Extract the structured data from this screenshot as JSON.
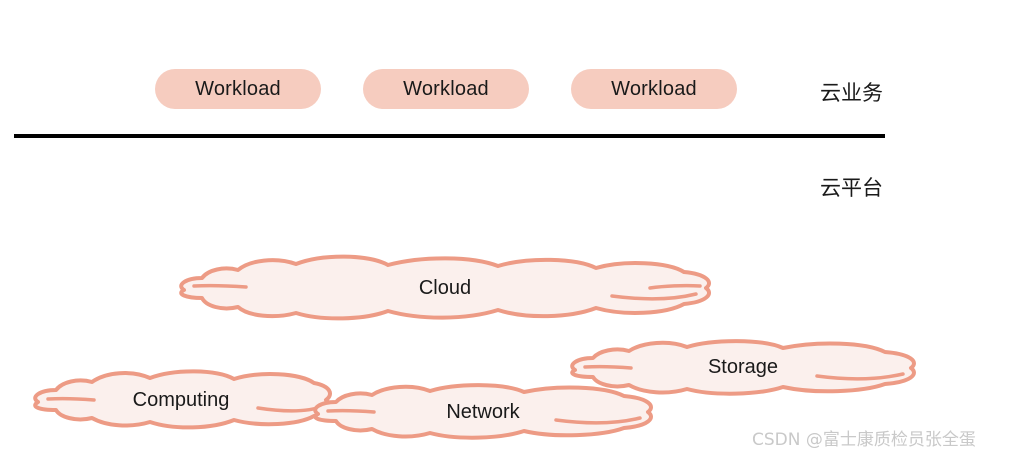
{
  "diagram": {
    "background_color": "#ffffff",
    "tiers": [
      {
        "id": "cloud-business",
        "label": "云业务",
        "workloads": [
          {
            "label": "Workload"
          },
          {
            "label": "Workload"
          },
          {
            "label": "Workload"
          }
        ]
      },
      {
        "id": "cloud-platform",
        "label": "云平台",
        "clouds": [
          {
            "id": "cloud",
            "label": "Cloud"
          },
          {
            "id": "computing",
            "label": "Computing"
          },
          {
            "id": "network",
            "label": "Network"
          },
          {
            "id": "storage",
            "label": "Storage"
          }
        ]
      }
    ],
    "divider": {
      "name": "tier-divider",
      "color": "#000000"
    },
    "colors": {
      "pill_fill": "#f6ccbf",
      "cloud_stroke": "#ed9b85",
      "cloud_fill": "#fbf0ed",
      "text": "#1a1a1a",
      "watermark": "#c9c9c9"
    }
  },
  "watermark": {
    "text": "CSDN @富士康质检员张全蛋"
  }
}
